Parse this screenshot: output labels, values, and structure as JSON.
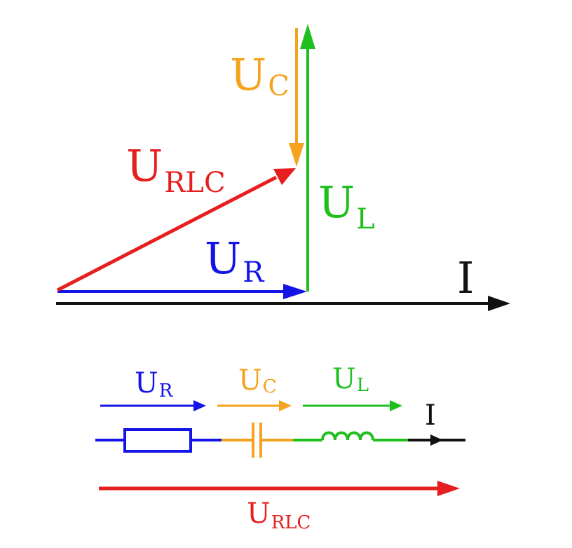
{
  "colors": {
    "resistor": "#1414e6",
    "capacitor": "#f5a21e",
    "inductor": "#1fbf1f",
    "total": "#e61e1e",
    "current": "#111111"
  },
  "phasor": {
    "current_label": "I",
    "ur": {
      "main": "U",
      "sub": "R"
    },
    "uc": {
      "main": "U",
      "sub": "C"
    },
    "ul": {
      "main": "U",
      "sub": "L"
    },
    "urlc": {
      "main": "U",
      "sub": "RLC"
    }
  },
  "circuit": {
    "current_label": "I",
    "ur": {
      "main": "U",
      "sub": "R"
    },
    "uc": {
      "main": "U",
      "sub": "C"
    },
    "ul": {
      "main": "U",
      "sub": "L"
    },
    "urlc": {
      "main": "U",
      "sub": "RLC"
    }
  }
}
